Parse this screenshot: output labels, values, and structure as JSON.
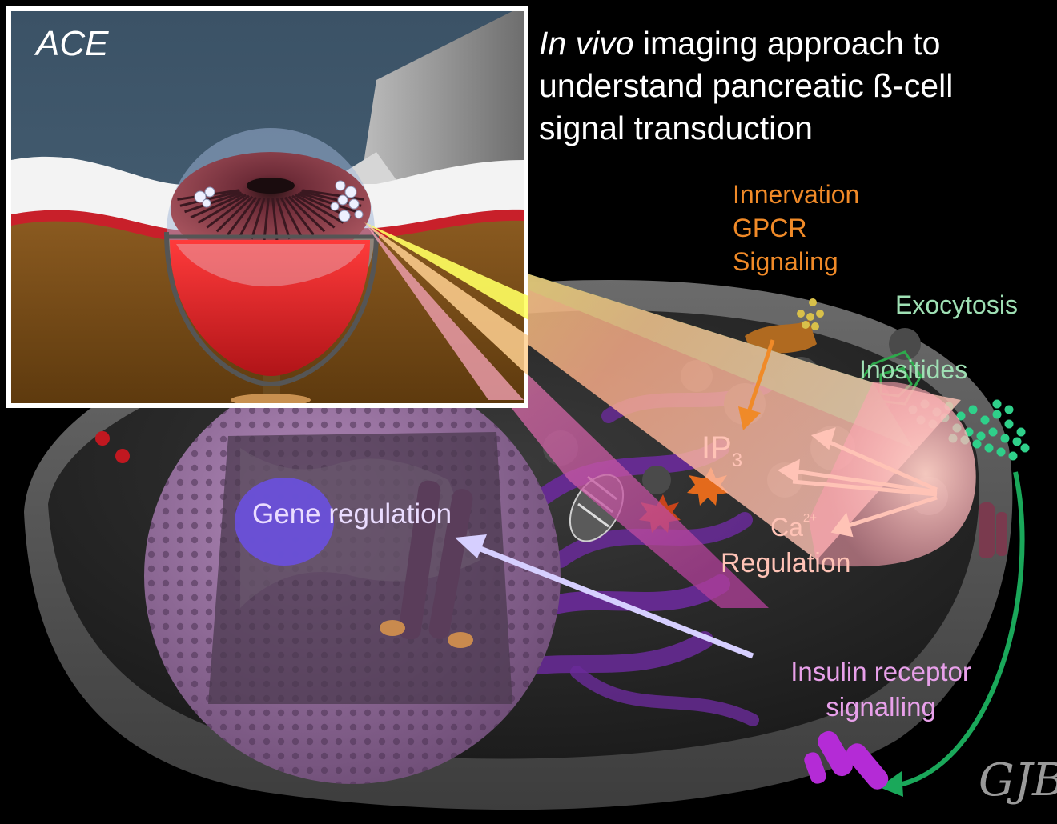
{
  "inset": {
    "label": "ACE"
  },
  "title": {
    "italic": "In vivo",
    "line1_rest": " imaging approach to",
    "line2": "understand pancreatic ß-cell",
    "line3": "signal transduction"
  },
  "labels": {
    "innervation": "Innervation",
    "gpcr": "GPCR",
    "signaling": "Signaling",
    "exocytosis": "Exocytosis",
    "inositides": "Inositides",
    "ip": "IP",
    "ip_sub": "3",
    "ca": "Ca",
    "ca_sup": "2+",
    "regulation": "Regulation",
    "gene_regulation": "Gene regulation",
    "insulin_receptor": "Insulin receptor",
    "signalling": "signalling"
  },
  "colors": {
    "background": "#000000",
    "inset_sky": "#3d5669",
    "inset_tissue": "#7a4a16",
    "eye_iris": "#8a3b48",
    "eye_red": "#e0262a",
    "nucleus": "#a07aa8",
    "orange_label": "#f08a28",
    "green_label": "#9fe0b4",
    "pink_label": "#ffc3b6",
    "lavender_label": "#e8a0ea",
    "green_arrow": "#1aa85a",
    "signal_pink": "#ffc3b6"
  },
  "signature": "GJB"
}
